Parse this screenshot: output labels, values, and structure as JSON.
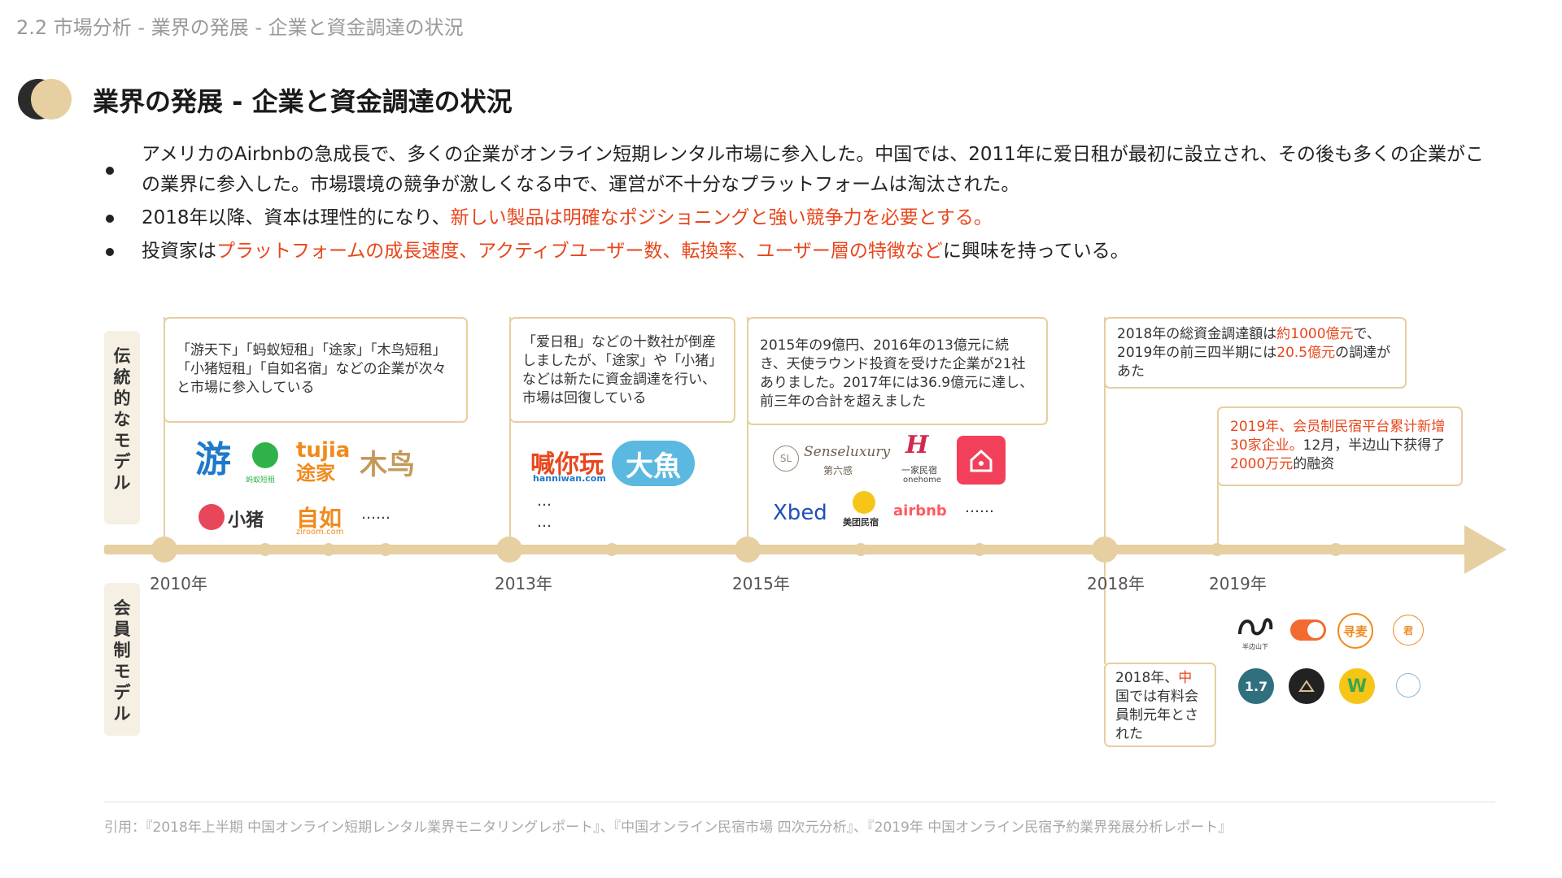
{
  "breadcrumb": "2.2 市場分析 - 業界の発展 - 企業と資金調達の状況",
  "title": "業界の発展 - 企業と資金調達の状況",
  "bullets": {
    "b1": "アメリカのAirbnbの急成長で、多くの企業がオンライン短期レンタル市場に参入した。中国では、2011年に爱日租が最初に設立され、その後も多くの企業がこの業界に参入した。市場環境の競争が激しくなる中で、運営が不十分なプラットフォームは淘汰された。",
    "b2_pre": "2018年以降、資本は理性的になり、",
    "b2_hl": "新しい製品は明確なポジショニングと強い競争力を必要とする。",
    "b3_pre": "投資家は",
    "b3_hl": "プラットフォームの成長速度、アクティブユーザー数、転換率、ユーザー層の特徴など",
    "b3_post": "に興味を持っている。"
  },
  "side_labels": {
    "top": [
      "伝",
      "統",
      "的",
      "な",
      "モ",
      "デ",
      "ル"
    ],
    "bottom": [
      "会",
      "員",
      "制",
      "モ",
      "デ",
      "ル"
    ]
  },
  "boxes": {
    "box2010": "「游天下」「蚂蚁短租」「途家」「木鸟短租」「小猪短租」「自如名宿」などの企業が次々と市場に参入している",
    "box2013": "「爱日租」などの十数社が倒産しましたが、「途家」や「小猪」などは新たに資金調達を行い、市場は回復している",
    "box2015": "2015年の9億円、2016年の13億元に続き、天使ラウンド投資を受けた企業が21社ありました。2017年には36.9億元に達し、前三年の合計を超えました",
    "box2018_pre": "2018年の総資金調達額は",
    "box2018_hl1": "約1000億元",
    "box2018_mid": "で、2019年の前三四半期には",
    "box2018_hl2": "20.5億元",
    "box2018_post": "の調達があた",
    "box2019_hl1": "2019年、会员制民宿平台累计新增30家企业。",
    "box2019_mid": "12月，半边山下获得了",
    "box2019_hl2": "2000万元",
    "box2019_post": "的融资",
    "box2018b_pre": "2018年、",
    "box2018b_hl": "中",
    "box2018b_post": "国では有料会員制元年とされた"
  },
  "years": [
    "2010年",
    "2013年",
    "2015年",
    "2018年",
    "2019年"
  ],
  "logos": {
    "you": "游",
    "mayi_sub": "蚂蚁短租",
    "tujia_top": "tujia",
    "tujia_bottom": "途家",
    "muniao": "木鸟",
    "xiaozhu": "小猪",
    "ziru": "自如",
    "ziru_sub": "ziroom.com",
    "hanniwan": "喊你玩",
    "hanniwan_sub": "hanniwan.com",
    "dayu": "大魚",
    "senseluxury": "Senseluxury",
    "senseluxury_sub": "第六感",
    "sl": "SL",
    "onehome_mark": "H",
    "onehome": "一家民宿",
    "onehome_sub": "onehome",
    "xbed": "Xbed",
    "meituan": "美团民宿",
    "airbnb": "airbnb",
    "ellipsis": "……",
    "ellipsis2": "…",
    "banbian": "半边山下",
    "m_zhima": "寻麦",
    "m_jun": "君",
    "m_17": "1.7",
    "m_w": "W"
  },
  "footer": "引用：『2018年上半期 中国オンライン短期レンタル業界モニタリングレポート』、『中国オンライン民宿市場 四次元分析』、『2019年 中国オンライン民宿予約業界発展分析レポート』",
  "colors": {
    "accent": "#e6cfa0",
    "highlight": "#e8461c",
    "airbnb": "#ff5a5f"
  }
}
